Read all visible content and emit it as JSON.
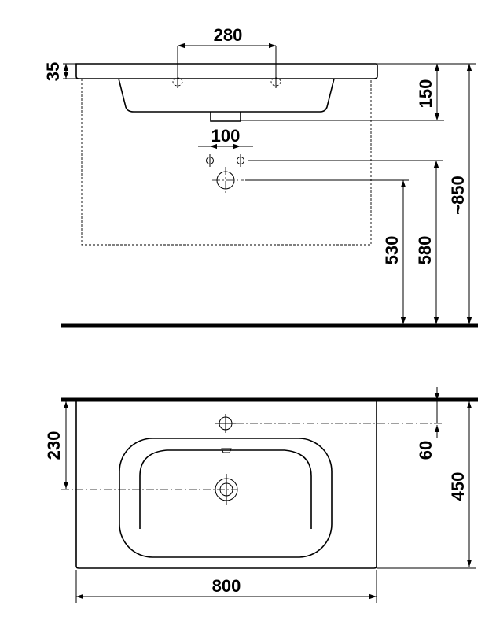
{
  "dimensions": {
    "tap_hole_spacing": "280",
    "rim_thickness": "35",
    "bowl_depth": "150",
    "valve_spacing": "100",
    "waste_height": "530",
    "valve_height": "580",
    "total_height": "~850",
    "wall_to_waste_axis": "230",
    "wall_to_tap_hole": "60",
    "basin_depth": "450",
    "basin_width": "800"
  }
}
